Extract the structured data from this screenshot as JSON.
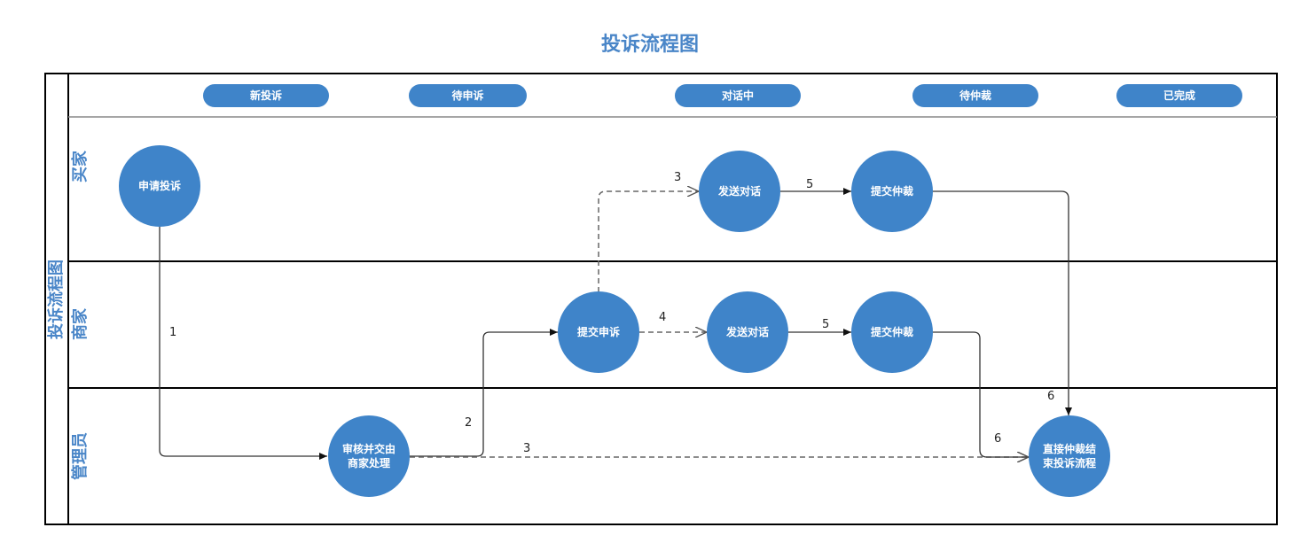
{
  "title": "投诉流程图",
  "pool_label": "投诉流程图",
  "lanes": [
    "买家",
    "商家",
    "管理员"
  ],
  "states": [
    "新投诉",
    "待申诉",
    "对话中",
    "待仲裁",
    "已完成"
  ],
  "nodes": {
    "apply": "申请投诉",
    "buyer_dialog": "发送对话",
    "buyer_arbitrate": "提交仲裁",
    "merchant_appeal": "提交申诉",
    "merchant_dialog": "发送对话",
    "merchant_arbitrate": "提交仲裁",
    "admin_review": "审核并交由商家处理",
    "admin_arbitrate": "直接仲裁结束投诉流程"
  },
  "edge_labels": {
    "e1": "1",
    "e2": "2",
    "e3_up": "3",
    "e3_admin": "3",
    "e4": "4",
    "e5_buyer": "5",
    "e5_merchant": "5",
    "e6_buyer": "6",
    "e6_merchant": "6"
  },
  "colors": {
    "node": "#3F84C9",
    "title": "#4A86C8",
    "line": "#333333"
  }
}
